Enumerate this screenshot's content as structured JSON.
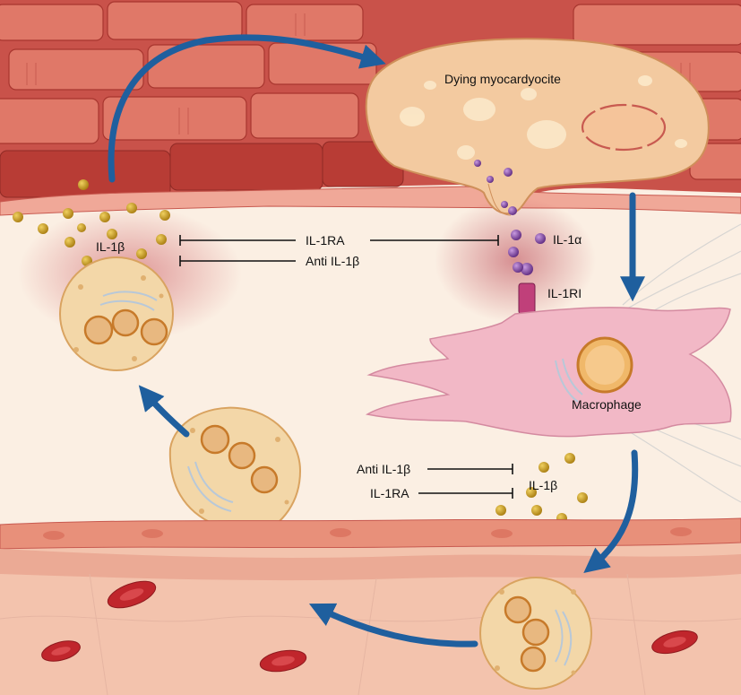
{
  "labels": {
    "dying_cell": "Dying myocardyocite",
    "il1b_left": "IL-1β",
    "il1ra_top": "IL-1RA",
    "anti_il1b_top": "Anti IL-1β",
    "il1a": "IL-1α",
    "il1ri": "IL-1RI",
    "macrophage": "Macrophage",
    "anti_il1b_bottom": "Anti IL-1β",
    "il1ra_bottom": "IL-1RA",
    "il1b_right": "IL-1β"
  },
  "colors": {
    "arrow": "#1f5f9e",
    "il1b_particle": "#c49a1e",
    "il1a_particle": "#7d3c98",
    "macrophage": "#f2b8c6",
    "neutrophil": "#f3d7a8",
    "muscle": "#c8493f",
    "blood_cell": "#c0262c"
  },
  "icons": [
    "inhibition-line-icon",
    "flow-arrow-icon"
  ]
}
